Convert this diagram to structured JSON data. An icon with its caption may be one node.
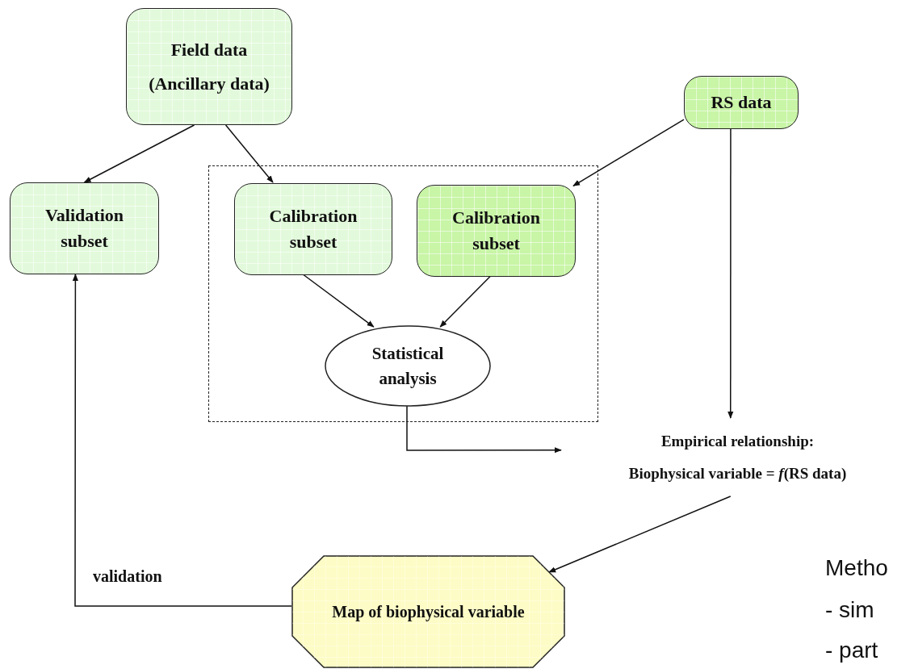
{
  "diagram": {
    "nodes": [
      {
        "text": [
          "Field data",
          "(Ancillary data)"
        ]
      },
      {
        "text": [
          "Validation subset"
        ]
      },
      {
        "text": [],
        "shape": "box"
      },
      {
        "text": [
          "Calibration subset"
        ],
        "in": 2
      },
      {
        "text": [
          "Calibration subset"
        ],
        "in": 2
      },
      {
        "text": [
          "Statistical analysis"
        ],
        "in": 2
      },
      {
        "text": [
          "RS data"
        ]
      },
      {
        "text": [
          "Empirical relationship:",
          "Biophysical variable = *f*(RS data)"
        ]
      },
      {
        "text": [
          "Map of biophysical variable"
        ]
      }
    ],
    "edges": [
      {
        "from": 0,
        "to": 1,
        "arrow": "to"
      },
      {
        "from": 0,
        "to": 3,
        "arrow": "to"
      },
      {
        "from": 6,
        "to": 4,
        "arrow": "to"
      },
      {
        "from": 3,
        "to": 5,
        "arrow": "to"
      },
      {
        "from": 4,
        "to": 5,
        "arrow": "to"
      },
      {
        "from": 6,
        "to": 7,
        "arrow": "to"
      },
      {
        "from": 5,
        "to": 7,
        "arrow": "to"
      },
      {
        "from": 7,
        "to": 8,
        "arrow": "to"
      },
      {
        "from": 8,
        "to": 1,
        "arrow": "to",
        "label": "validation"
      }
    ],
    "labels": [
      "Metho",
      "- sim",
      "- part"
    ]
  }
}
